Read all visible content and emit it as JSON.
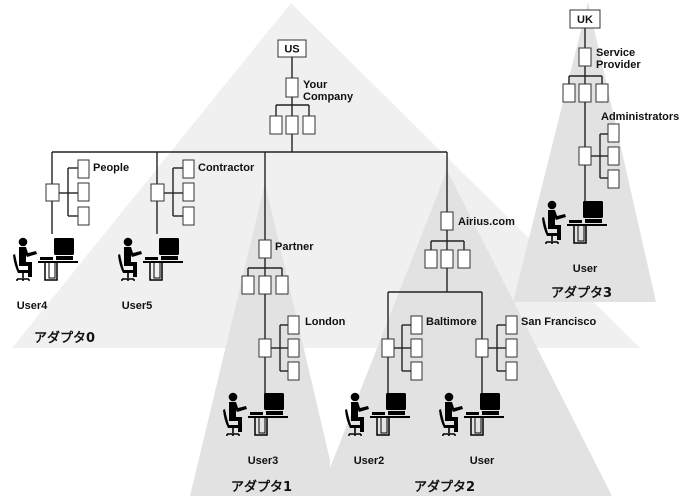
{
  "diagram": {
    "roots": [
      {
        "id": "us",
        "label": "US"
      },
      {
        "id": "uk",
        "label": "UK"
      }
    ],
    "nodes": {
      "your_company": "Your\nCompany",
      "people": "People",
      "contractor": "Contractor",
      "partner": "Partner",
      "london": "London",
      "airius": "Airius.com",
      "baltimore": "Baltimore",
      "san_francisco": "San Francisco",
      "service_provider": "Service\nProvider",
      "administrators": "Administrators"
    },
    "users": {
      "user4": "User4",
      "user5": "User5",
      "user3": "User3",
      "user2": "User2",
      "user_sf": "User",
      "user_uk": "User"
    },
    "adapters": [
      {
        "id": "adapter0",
        "label": "アダプタ0"
      },
      {
        "id": "adapter1",
        "label": "アダプタ1"
      },
      {
        "id": "adapter2",
        "label": "アダプタ2"
      },
      {
        "id": "adapter3",
        "label": "アダプタ3"
      }
    ],
    "colors": {
      "region_light": "#f0f0f0",
      "region_mid": "#e2e2e2",
      "line": "#222222",
      "node_fill": "#ffffff"
    }
  }
}
